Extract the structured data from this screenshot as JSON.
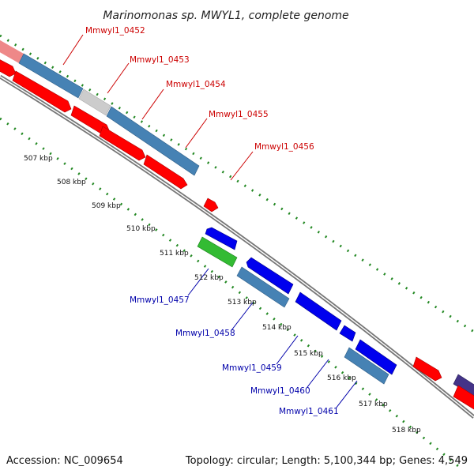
{
  "title": "Marinomonas sp. MWYL1, complete genome",
  "footer": {
    "accession": "Accession: NC_009654",
    "topology": "Topology: circular; Length: 5,100,344 bp; Genes: 4,549"
  },
  "ticks": [
    "507 kbp",
    "508 kbp",
    "509 kbp",
    "510 kbp",
    "511 kbp",
    "512 kbp",
    "513 kbp",
    "514 kbp",
    "515 kbp",
    "516 kbp",
    "517 kbp",
    "518 kbp"
  ],
  "labels_top": [
    "Mmwyl1_0452",
    "Mmwyl1_0453",
    "Mmwyl1_0454",
    "Mmwyl1_0455",
    "Mmwyl1_0456"
  ],
  "labels_bottom": [
    "Mmwyl1_0457",
    "Mmwyl1_0458",
    "Mmwyl1_0459",
    "Mmwyl1_0460",
    "Mmwyl1_0461"
  ],
  "colors": {
    "label_red": "#cc0000",
    "label_blue": "#0000aa",
    "gene_red": "#ff0000",
    "gene_pink": "#ee8888",
    "gene_steel": "#4682b4",
    "gene_gray": "#cccccc",
    "gene_blue": "#0000ee",
    "gene_green": "#33bb33",
    "gene_purple": "#443388",
    "backbone": "#888888",
    "dots": "#228822"
  }
}
